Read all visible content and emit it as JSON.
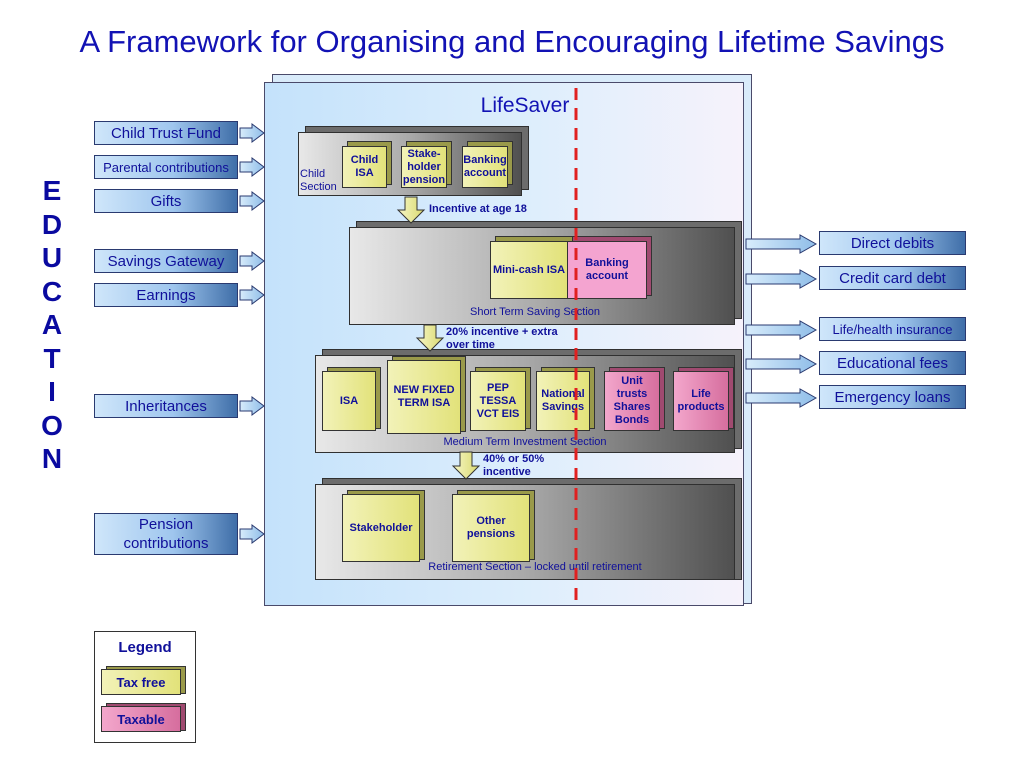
{
  "title": "A Framework for Organising and Encouraging Lifetime Savings",
  "education_letters": [
    "E",
    "D",
    "U",
    "C",
    "A",
    "T",
    "I",
    "O",
    "N"
  ],
  "inputs": [
    {
      "label": "Child Trust Fund"
    },
    {
      "label": "Parental contributions"
    },
    {
      "label": "Gifts"
    },
    {
      "label": "Savings Gateway"
    },
    {
      "label": "Earnings"
    },
    {
      "label": "Inheritances"
    },
    {
      "label": "Pension contributions"
    }
  ],
  "outputs": [
    {
      "label": "Direct debits"
    },
    {
      "label": "Credit card debt"
    },
    {
      "label": "Life/health insurance"
    },
    {
      "label": "Educational fees"
    },
    {
      "label": "Emergency loans"
    }
  ],
  "frame_title": "LifeSaver",
  "child_section": {
    "label": "Child Section",
    "products": [
      {
        "label": "Child ISA",
        "type": "tax-free"
      },
      {
        "label": "Stake-holder pension",
        "type": "tax-free"
      },
      {
        "label": "Banking account",
        "type": "tax-free"
      }
    ]
  },
  "incentive_18": "Incentive at age 18",
  "short_term": {
    "label": "Short Term Saving Section",
    "products": [
      {
        "label": "Mini-cash ISA",
        "type": "tax-free"
      },
      {
        "label": "Banking account",
        "type": "taxable"
      }
    ]
  },
  "incentive_20": "20% incentive + extra over time",
  "medium_term": {
    "label": "Medium Term Investment Section",
    "products": [
      {
        "label": "ISA",
        "type": "tax-free"
      },
      {
        "label": "NEW FIXED TERM ISA",
        "type": "tax-free"
      },
      {
        "label": "PEP TESSA VCT EIS",
        "type": "tax-free"
      },
      {
        "label": "National Savings",
        "type": "tax-free"
      },
      {
        "label": "Unit trusts Shares Bonds",
        "type": "taxable"
      },
      {
        "label": "Life products",
        "type": "taxable"
      }
    ]
  },
  "incentive_40": "40% or 50% incentive",
  "retirement": {
    "label": "Retirement Section – locked until retirement",
    "products": [
      {
        "label": "Stakeholder",
        "type": "tax-free"
      },
      {
        "label": "Other pensions",
        "type": "tax-free"
      }
    ]
  },
  "legend": {
    "title": "Legend",
    "items": [
      {
        "label": "Tax free",
        "color": "#e8e890"
      },
      {
        "label": "Taxable",
        "color": "#d8799f"
      }
    ]
  },
  "colors": {
    "title_blue": "#1212b4",
    "dashed_line": "#e02020",
    "tax_free": "#e8e890",
    "taxable": "#d8799f"
  }
}
